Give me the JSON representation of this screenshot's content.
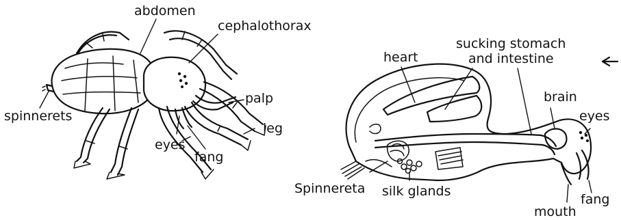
{
  "external_view": {
    "labels": {
      "abdomen": "abdomen",
      "cephalothorax": "cephalothorax",
      "spinnerets": "spinnerets",
      "palp": "palp",
      "leg": "leg",
      "eyes": "eyes",
      "fang": "fang"
    }
  },
  "section_view": {
    "labels": {
      "heart": "heart",
      "stomach_line1": "sucking stomach",
      "stomach_line2": "and intestine",
      "brain": "brain",
      "eyes": "eyes",
      "spinnereta": "Spinnereta",
      "silk_glands": "silk glands",
      "mouth": "mouth",
      "fang": "fang"
    }
  }
}
